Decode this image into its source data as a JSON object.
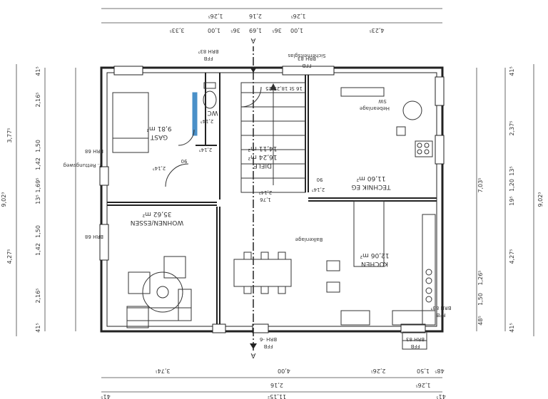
{
  "rooms": {
    "wohnen": {
      "name": "WOHNEN/ESSEN",
      "area": "35,62 m²"
    },
    "kochen": {
      "name": "KOCHEN",
      "area": "12,06 m²"
    },
    "technik": {
      "name": "TECHNIK EG",
      "area": "11,60 m²"
    },
    "diele": {
      "name": "DIELE",
      "area1": "16,24 m²",
      "area2": "14,11 m²"
    },
    "gast": {
      "name": "GAST",
      "area": "9,81 m²"
    },
    "wc": {
      "name": "WC"
    }
  },
  "labels": {
    "balkenlage": "Balkenlage",
    "rettungsweg": "2. Rettungsweg",
    "hebeanlage": "Hebeanlage",
    "sw": "SW",
    "stair": "16 St 18,25/25",
    "sicherheitsglas": "Sicherheitsglas",
    "section_top": "A",
    "section_bottom": "A",
    "ffb": "FFB",
    "brh_top_left": "BRH -6",
    "brh_top_right": "BRH 83",
    "brh_right": "BRH 83⁵",
    "brh_left_upper": "BRH 68",
    "brh_left_lower": "BRH 68",
    "brh_bottom_left": "BRH 83⁵",
    "brh_bottom_mid": "BRH 83",
    "d_176": "1,76",
    "d_214a": "2,14⁵",
    "d_214b": "2,14⁵",
    "d_214c": "2,14⁵",
    "d_214d": "2,14⁵",
    "d_90a": "90",
    "d_90b": "90",
    "d_214e": "2,14⁵"
  },
  "dims": {
    "top_total": "11,15²",
    "top_41_left": "41⁵",
    "top_41_right": "41⁵",
    "top_segments": [
      "3,74¹",
      "4,00",
      "2,26¹",
      "1,50",
      "48⁵"
    ],
    "top_216": "2,16",
    "top_126": "1,26⁵",
    "left_total": "9,02³",
    "left_segments": [
      "41⁵",
      "2,16⁵",
      "1,42",
      "1,50",
      "4,27⁵",
      "13⁵",
      "1,69⁵",
      "1,42",
      "1,50",
      "3,77⁵",
      "2,16⁵",
      "41⁵"
    ],
    "right_total": "9,02³",
    "right_segments": [
      "41⁵",
      "48⁵",
      "1,50",
      "1,26⁵",
      "4,27⁵",
      "7,03⁵",
      "19⁵",
      "1,20",
      "13⁵",
      "2,37⁵",
      "41⁵"
    ],
    "bottom_segments": [
      "3,33⁵",
      "1,00",
      "36⁵",
      "1,69",
      "36⁵",
      "1,00",
      "4,23⁵"
    ],
    "bottom_216": "2,16",
    "bottom_126a": "1,26⁵",
    "bottom_126b": "1,26⁵"
  }
}
